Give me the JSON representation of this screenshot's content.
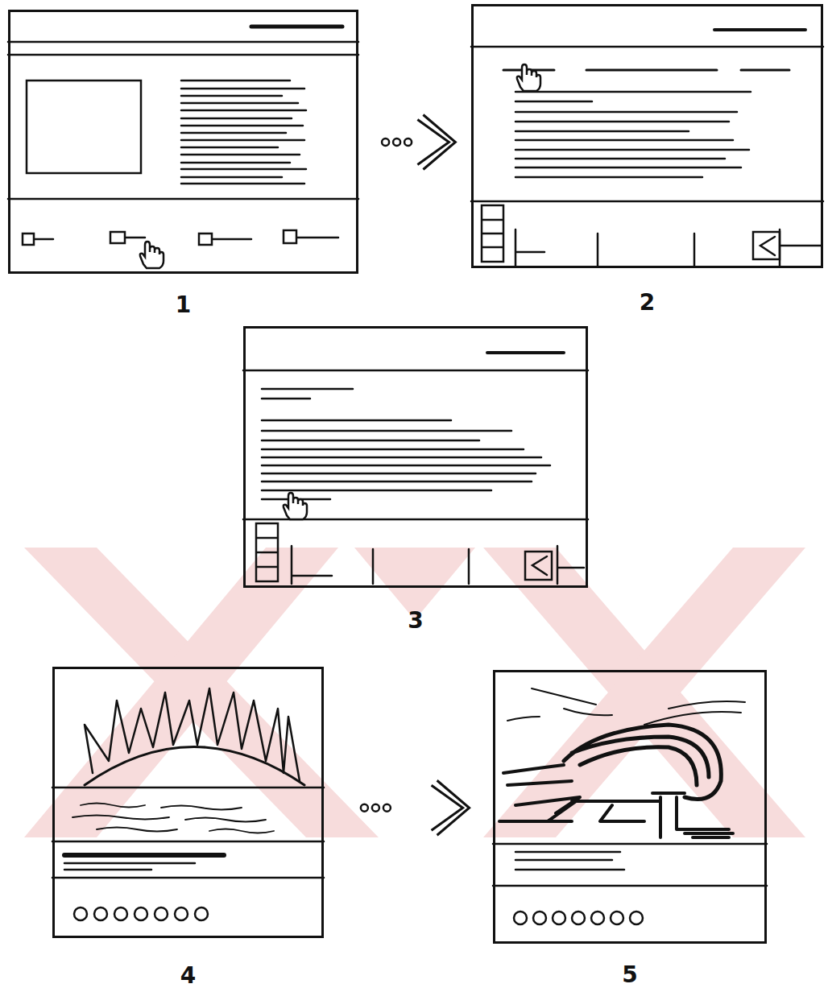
{
  "diagram": {
    "nodes": [
      {
        "text": [
          "1"
        ]
      },
      {
        "text": [
          "2"
        ]
      },
      {
        "text": [
          "3"
        ]
      },
      {
        "text": [
          "4"
        ]
      },
      {
        "text": [
          "5"
        ]
      }
    ],
    "edges": [
      {
        "from": 0,
        "to": 1,
        "arrow": "to"
      },
      {
        "from": 3,
        "to": 4,
        "arrow": "to"
      }
    ]
  }
}
